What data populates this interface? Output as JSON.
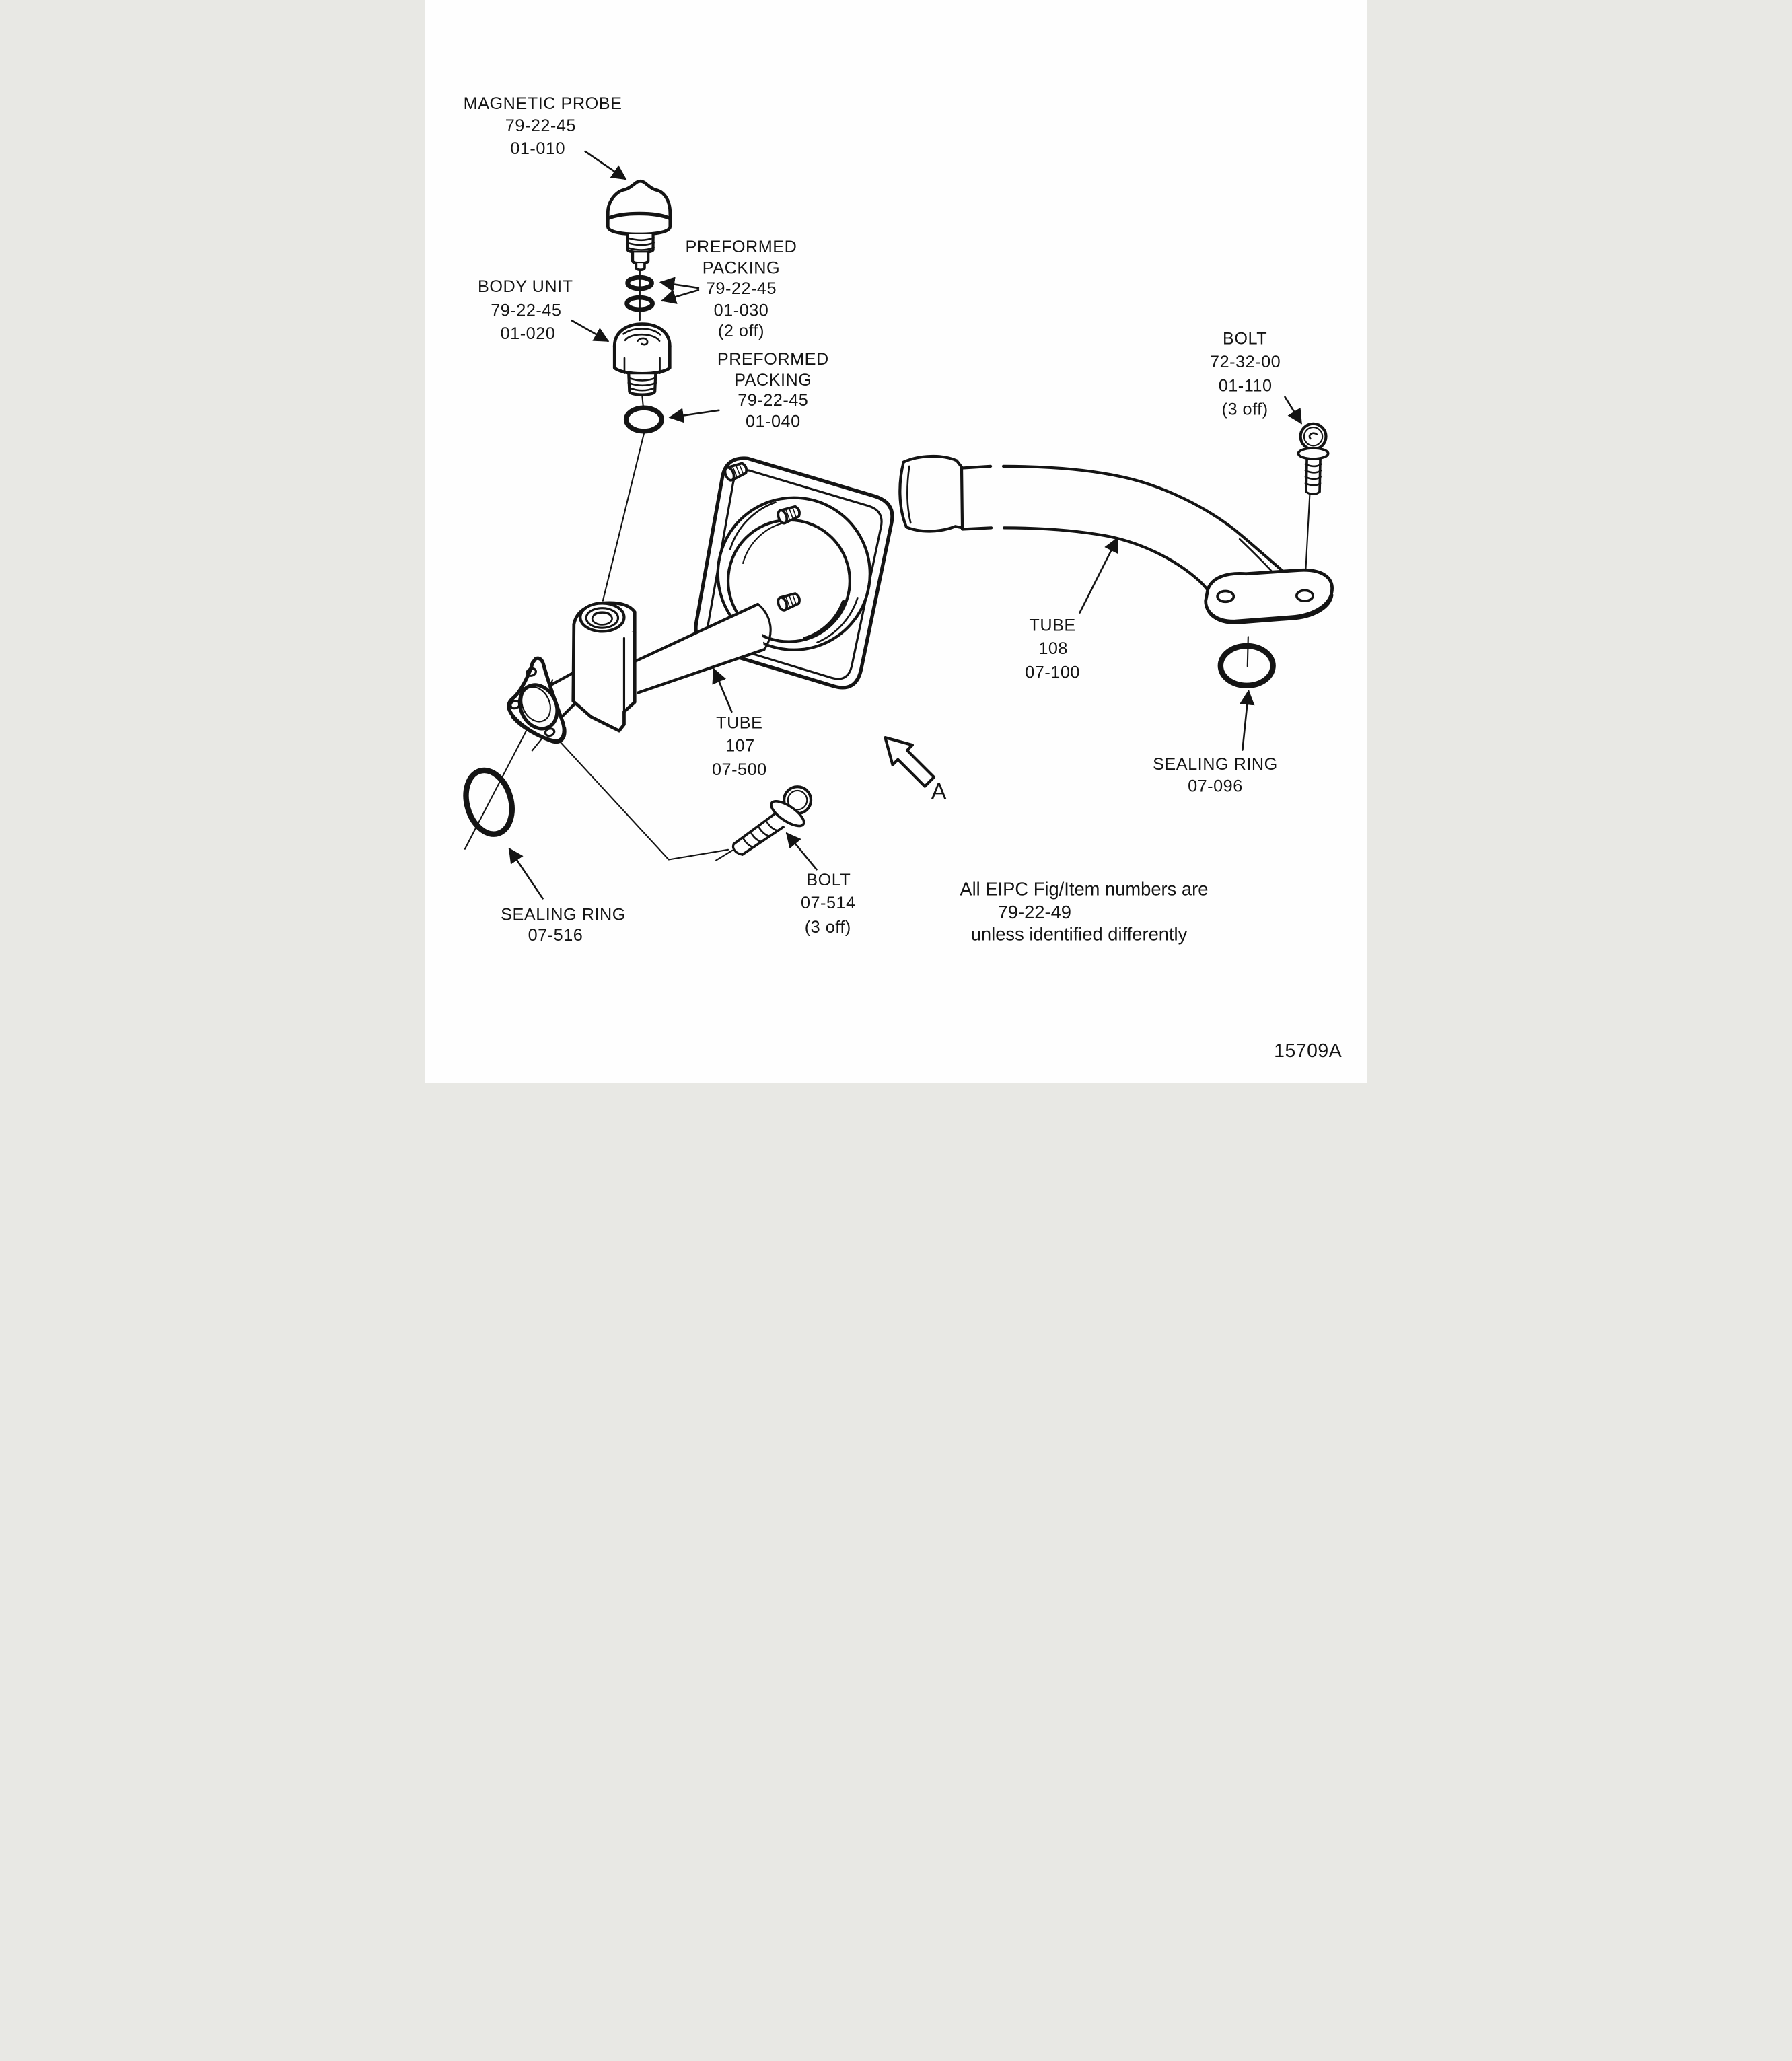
{
  "doc": {
    "figure_code": "15709A",
    "view_label": "A",
    "note": {
      "l1": "All EIPC Fig/Item numbers are",
      "l2": "79-22-49",
      "l3": "unless identified differently"
    }
  },
  "callouts": {
    "magnetic_probe": {
      "title": "MAGNETIC PROBE",
      "fig": "79-22-45",
      "item": "01-010"
    },
    "packing_030": {
      "t1": "PREFORMED",
      "t2": "PACKING",
      "fig": "79-22-45",
      "item": "01-030",
      "qty": "(2 off)"
    },
    "body_unit": {
      "title": "BODY UNIT",
      "fig": "79-22-45",
      "item": "01-020"
    },
    "packing_040": {
      "t1": "PREFORMED",
      "t2": "PACKING",
      "fig": "79-22-45",
      "item": "01-040"
    },
    "bolt_110": {
      "title": "BOLT",
      "fig": "72-32-00",
      "item": "01-110",
      "qty": "(3 off)"
    },
    "tube_108": {
      "title": "TUBE",
      "num": "108",
      "item": "07-100"
    },
    "sealing_ring_096": {
      "title": "SEALING RING",
      "item": "07-096"
    },
    "tube_107": {
      "title": "TUBE",
      "num": "107",
      "item": "07-500"
    },
    "bolt_514": {
      "title": "BOLT",
      "item": "07-514",
      "qty": "(3 off)"
    },
    "sealing_ring_516": {
      "title": "SEALING RING",
      "item": "07-516"
    }
  },
  "colors": {
    "ink": "#141414",
    "paper": "#fefefe"
  }
}
